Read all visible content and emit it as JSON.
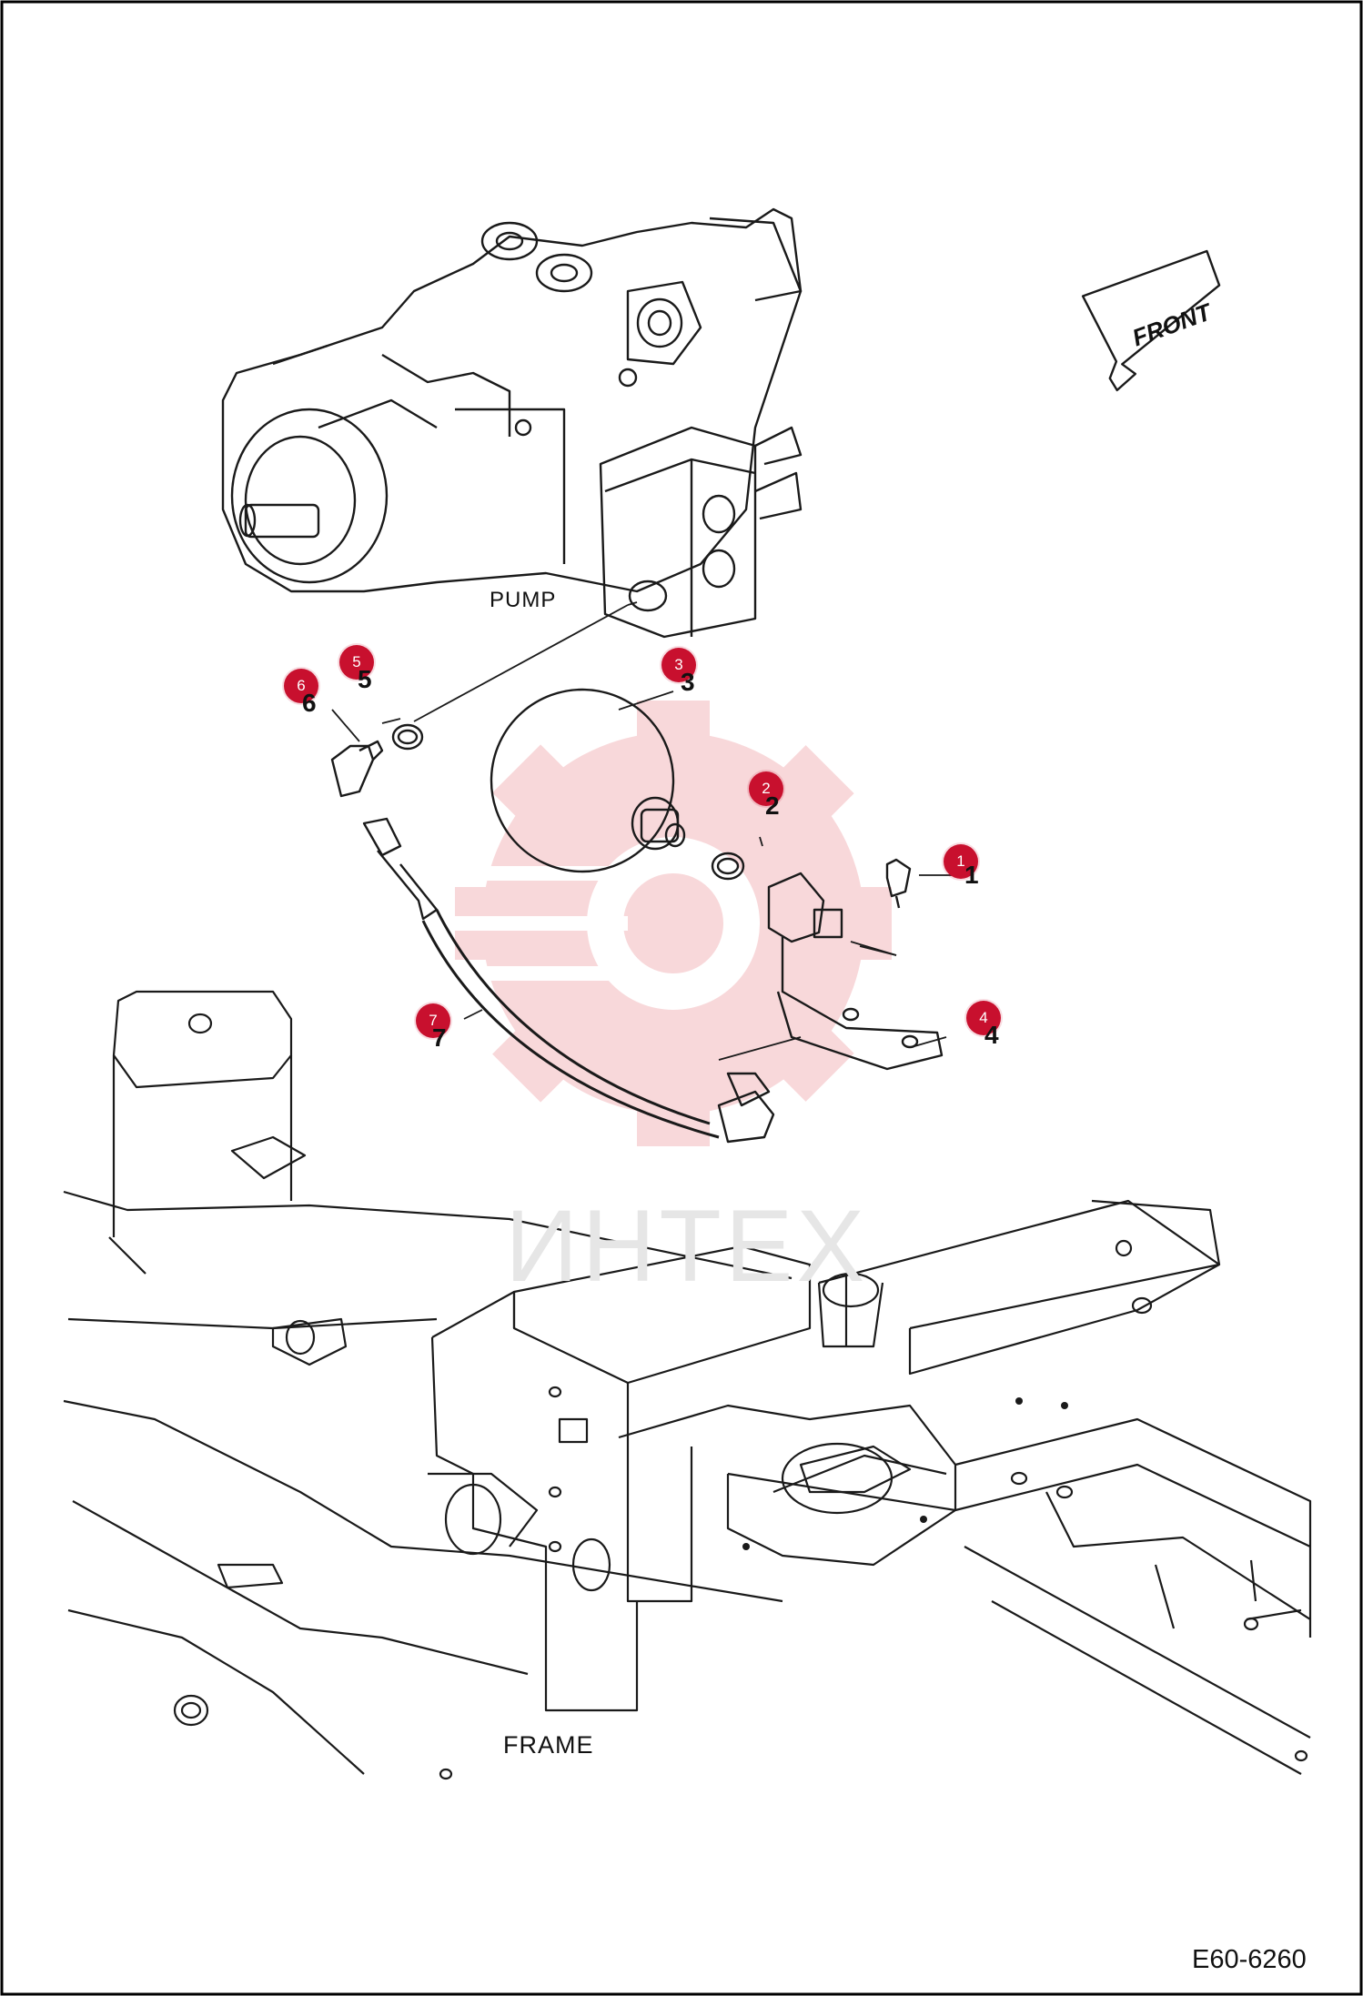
{
  "labels": {
    "pump": "PUMP",
    "frame": "FRAME",
    "front": "FRONT",
    "drawing_id": "E60-6260"
  },
  "watermark": {
    "text": "ИНТЕХ",
    "gear_color": "#f8d4d6"
  },
  "callouts": [
    {
      "id": "1",
      "part_number": "1"
    },
    {
      "id": "2",
      "part_number": "2"
    },
    {
      "id": "3",
      "part_number": "3"
    },
    {
      "id": "4",
      "part_number": "4"
    },
    {
      "id": "5",
      "part_number": "5"
    },
    {
      "id": "6",
      "part_number": "6"
    },
    {
      "id": "7",
      "part_number": "7"
    }
  ],
  "colors": {
    "callout": "#c8102e",
    "line": "#1a1a1a",
    "border": "#000000"
  }
}
